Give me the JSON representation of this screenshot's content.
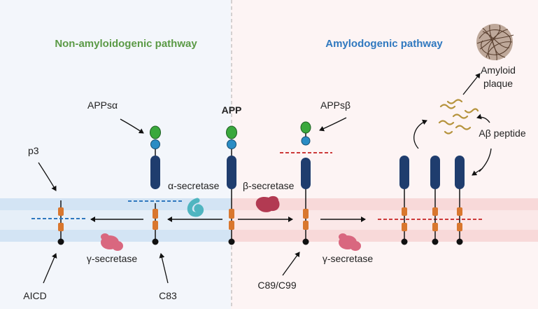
{
  "titles": {
    "left": "Non-amyloidogenic pathway",
    "right": "Amylodogenic pathway"
  },
  "labels": {
    "app": "APP",
    "apps_alpha": "APPsα",
    "apps_beta": "APPsβ",
    "alpha_secretase": "α-secretase",
    "beta_secretase": "β-secretase",
    "gamma_secretase_left": "γ-secretase",
    "gamma_secretase_right": "γ-secretase",
    "p3": "p3",
    "aicd": "AICD",
    "c83": "C83",
    "c89_c99": "C89/C99",
    "abeta_peptide": "Aβ peptide",
    "amyloid_plaque_line1": "Amyloid",
    "amyloid_plaque_line2": "plaque"
  },
  "colors": {
    "left_title": "#5b9a46",
    "right_title": "#2f78bf",
    "left_membrane": "#d3e4f4",
    "right_membrane": "#f8d9d9",
    "protein_dark": "#1f3d6e",
    "tm_segment": "#d9772e",
    "green_domain": "#3aa83d",
    "blue_domain": "#2a8cc4",
    "alpha_secretase": "#4fb5c0",
    "beta_secretase": "#b23a52",
    "gamma_secretase": "#d9677f",
    "cut_left": "#2f78bf",
    "cut_right": "#cc3a3a",
    "peptide": "#b5933c",
    "plaque": "#5a4030"
  }
}
